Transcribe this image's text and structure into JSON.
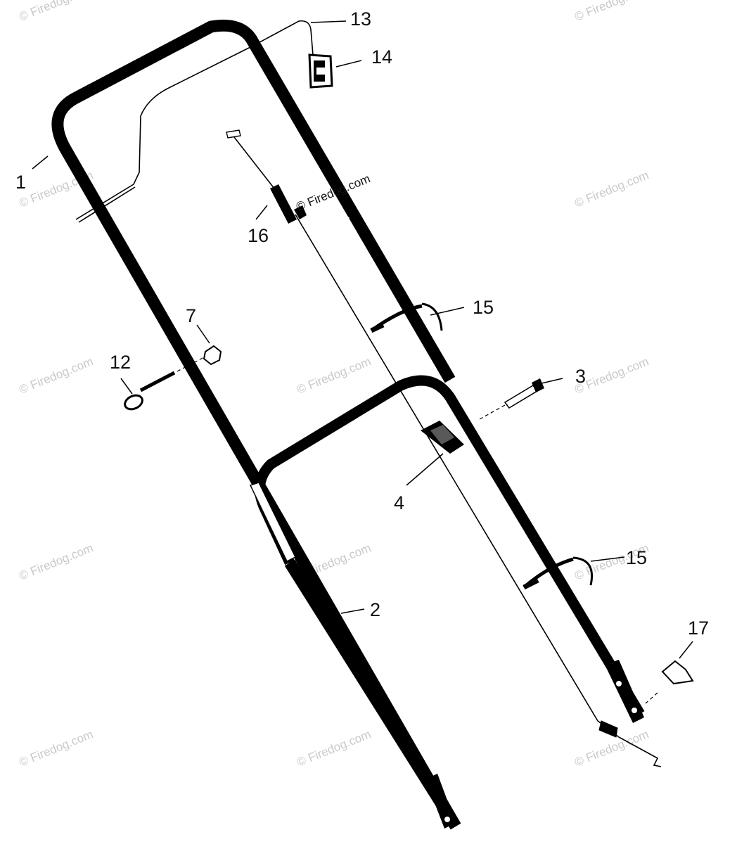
{
  "watermark": {
    "text": "© Firedog.com",
    "color": "#c9c9c9"
  },
  "diagram_center_label": "© Firedog.com",
  "callouts": [
    {
      "id": "1",
      "text": "1"
    },
    {
      "id": "2",
      "text": "2"
    },
    {
      "id": "3",
      "text": "3"
    },
    {
      "id": "4",
      "text": "4"
    },
    {
      "id": "7",
      "text": "7"
    },
    {
      "id": "12",
      "text": "12"
    },
    {
      "id": "13",
      "text": "13"
    },
    {
      "id": "14",
      "text": "14"
    },
    {
      "id": "15a",
      "text": "15"
    },
    {
      "id": "15b",
      "text": "15"
    },
    {
      "id": "16",
      "text": "16"
    },
    {
      "id": "17",
      "text": "17"
    }
  ]
}
